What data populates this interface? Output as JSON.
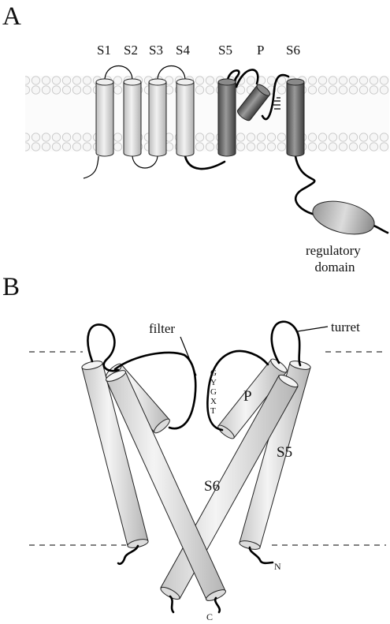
{
  "panel_a": {
    "letter": "A",
    "helices": [
      "S1",
      "S2",
      "S3",
      "S4",
      "S5",
      "P",
      "S6"
    ],
    "regulatory_label": [
      "regulatory",
      "domain"
    ]
  },
  "panel_b": {
    "letter": "B",
    "filter_label": "filter",
    "turret_label": "turret",
    "motif": [
      "G",
      "Y",
      "G",
      "X",
      "T"
    ],
    "p_label": "P",
    "s5_label": "S5",
    "s6_label": "S6",
    "n_label": "N",
    "c_label": "C"
  },
  "colors": {
    "light_helix": "#e2e2e2",
    "dark_helix": "#6e6e6e",
    "membrane": "#d8d8d8",
    "line": "#000000"
  }
}
